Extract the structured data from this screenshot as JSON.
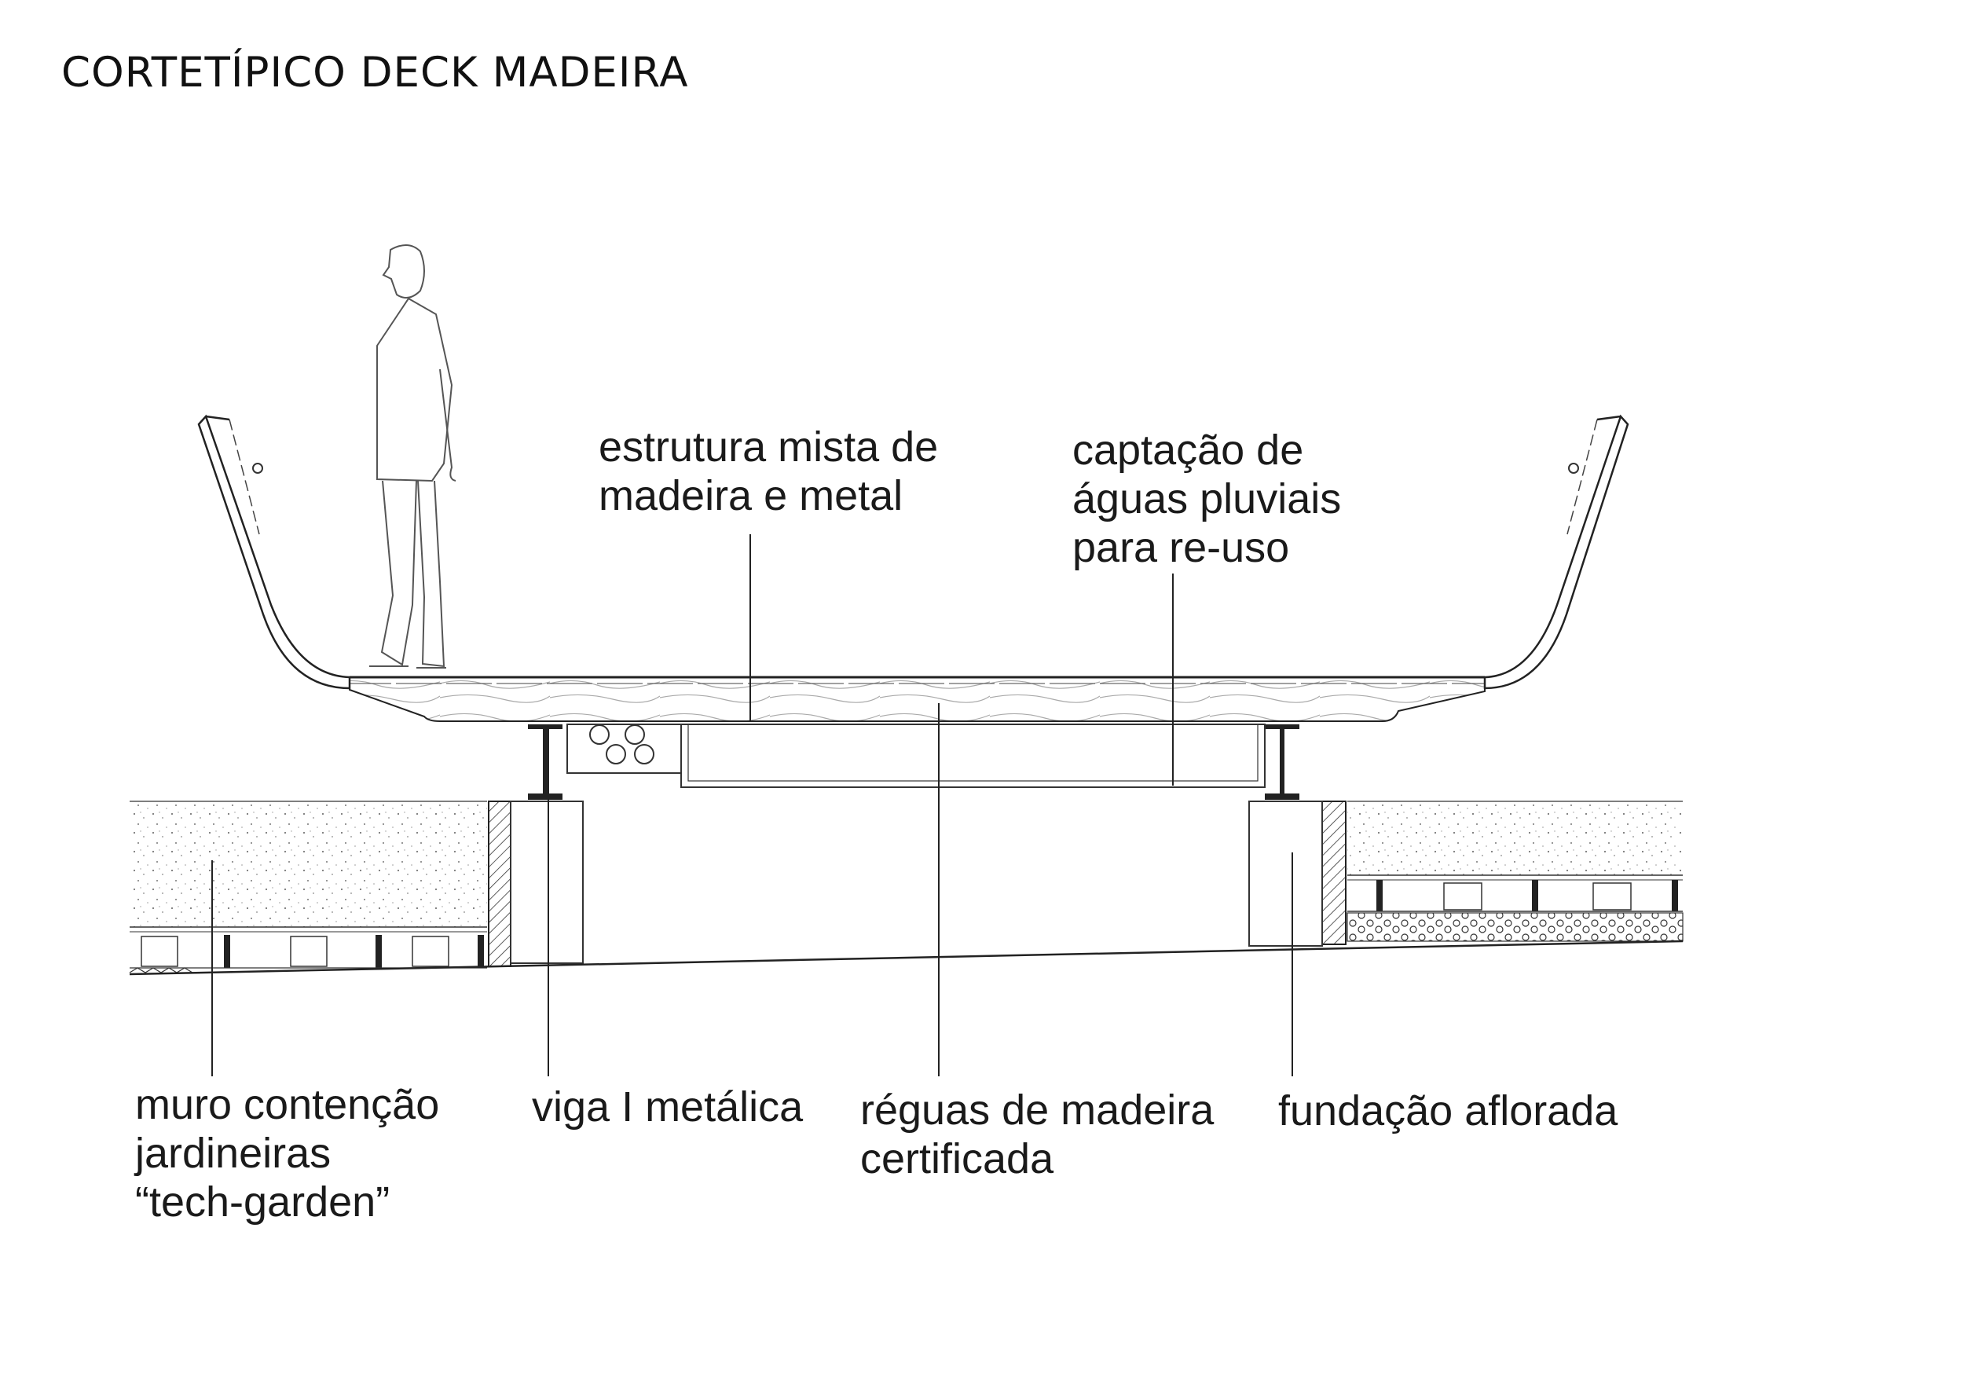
{
  "title": "CORTETÍPICO DECK MADEIRA",
  "labels": {
    "estrutura": [
      "estrutura mista de",
      "madeira e metal"
    ],
    "captacao": [
      "captação de",
      "águas pluviais",
      "para re-uso"
    ],
    "muro": [
      "muro contenção",
      "jardineiras",
      "“tech-garden”"
    ],
    "viga": [
      "viga I metálica"
    ],
    "reguas": [
      "réguas de madeira",
      "certificada"
    ],
    "fundacao": [
      "fundação aflorada"
    ]
  }
}
